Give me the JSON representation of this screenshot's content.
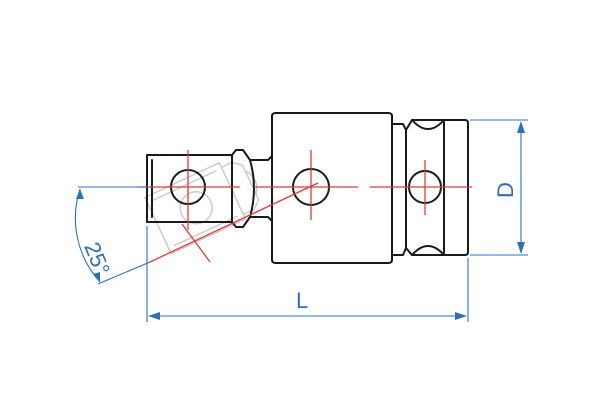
{
  "labels": {
    "length": "L",
    "diameter": "D",
    "angle": "25°"
  },
  "colors": {
    "outline": "#1a1a1a",
    "centerline": "#e4393c",
    "dimension": "#2d6fbf",
    "ghost_outline": "#c9c9c9"
  }
}
